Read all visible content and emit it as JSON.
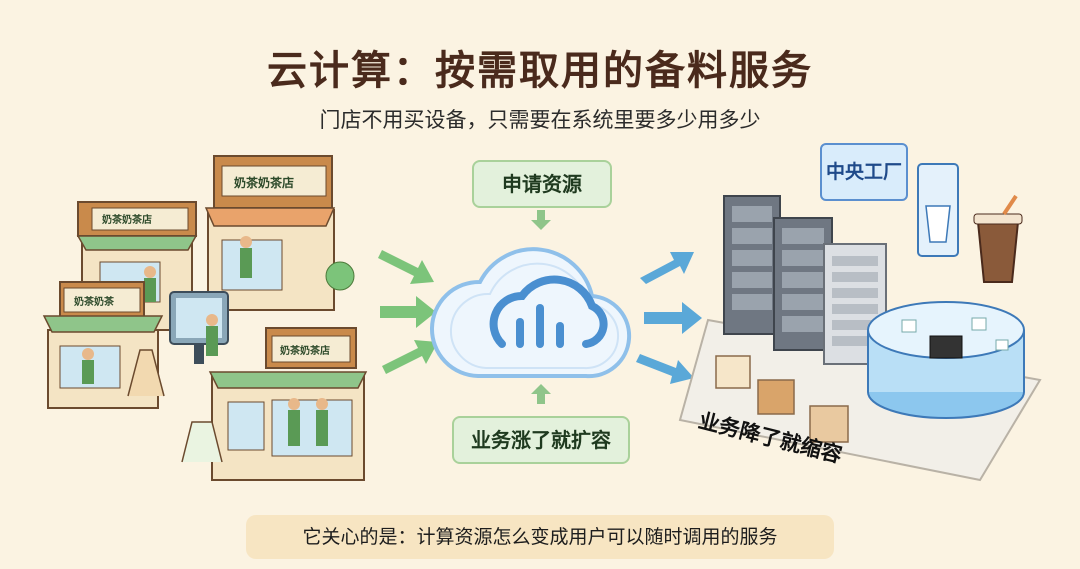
{
  "title": "云计算：按需取用的备料服务",
  "subtitle": "门店不用买设备，只需要在系统里要多少用多少",
  "request_label": "申请资源",
  "scale_up_label": "业务涨了就扩容",
  "scale_down_label": "业务降了就缩容",
  "factory_label": "中央工厂",
  "footer": "它关心的是：计算资源怎么变成用户可以随时调用的服务",
  "shops": [
    {
      "sign": "奶茶奶茶店"
    },
    {
      "sign": "奶茶奶茶店"
    },
    {
      "sign": "奶茶奶茶"
    },
    {
      "sign": "奶茶奶茶店"
    }
  ],
  "colors": {
    "background": "#fbf3e2",
    "title": "#4a2a1c",
    "pill_fill": "#e3f1dc",
    "arrow_green": "#7cc47a",
    "arrow_blue": "#5aa8d8",
    "cloud_blue": "#4a8fd0"
  }
}
